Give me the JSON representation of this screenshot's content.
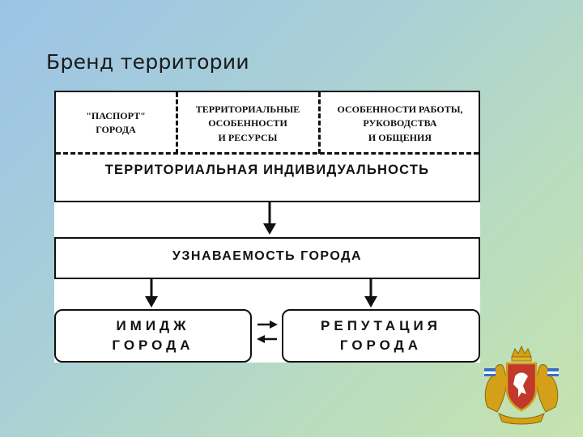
{
  "slide": {
    "title": "Бренд территории"
  },
  "diagram": {
    "top_cells": [
      {
        "label": "\"ПАСПОРТ\"\nГОРОДА"
      },
      {
        "label": "ТЕРРИТОРИАЛЬНЫЕ\nОСОБЕННОСТИ\nИ РЕСУРСЫ"
      },
      {
        "label": "ОСОБЕННОСТИ РАБОТЫ,\nРУКОВОДСТВА\nИ ОБЩЕНИЯ"
      }
    ],
    "identity": "ТЕРРИТОРИАЛЬНАЯ ИНДИВИДУАЛЬНОСТЬ",
    "recognition": "УЗНАВАЕМОСТЬ ГОРОДА",
    "image": "ИМИДЖ\nГОРОДА",
    "reputation": "РЕПУТАЦИЯ\nГОРОДА"
  },
  "icons": {
    "emblem": "coat-of-arms-icon"
  },
  "colors": {
    "emblem_gold": "#d4a017",
    "emblem_red": "#c0392b"
  }
}
